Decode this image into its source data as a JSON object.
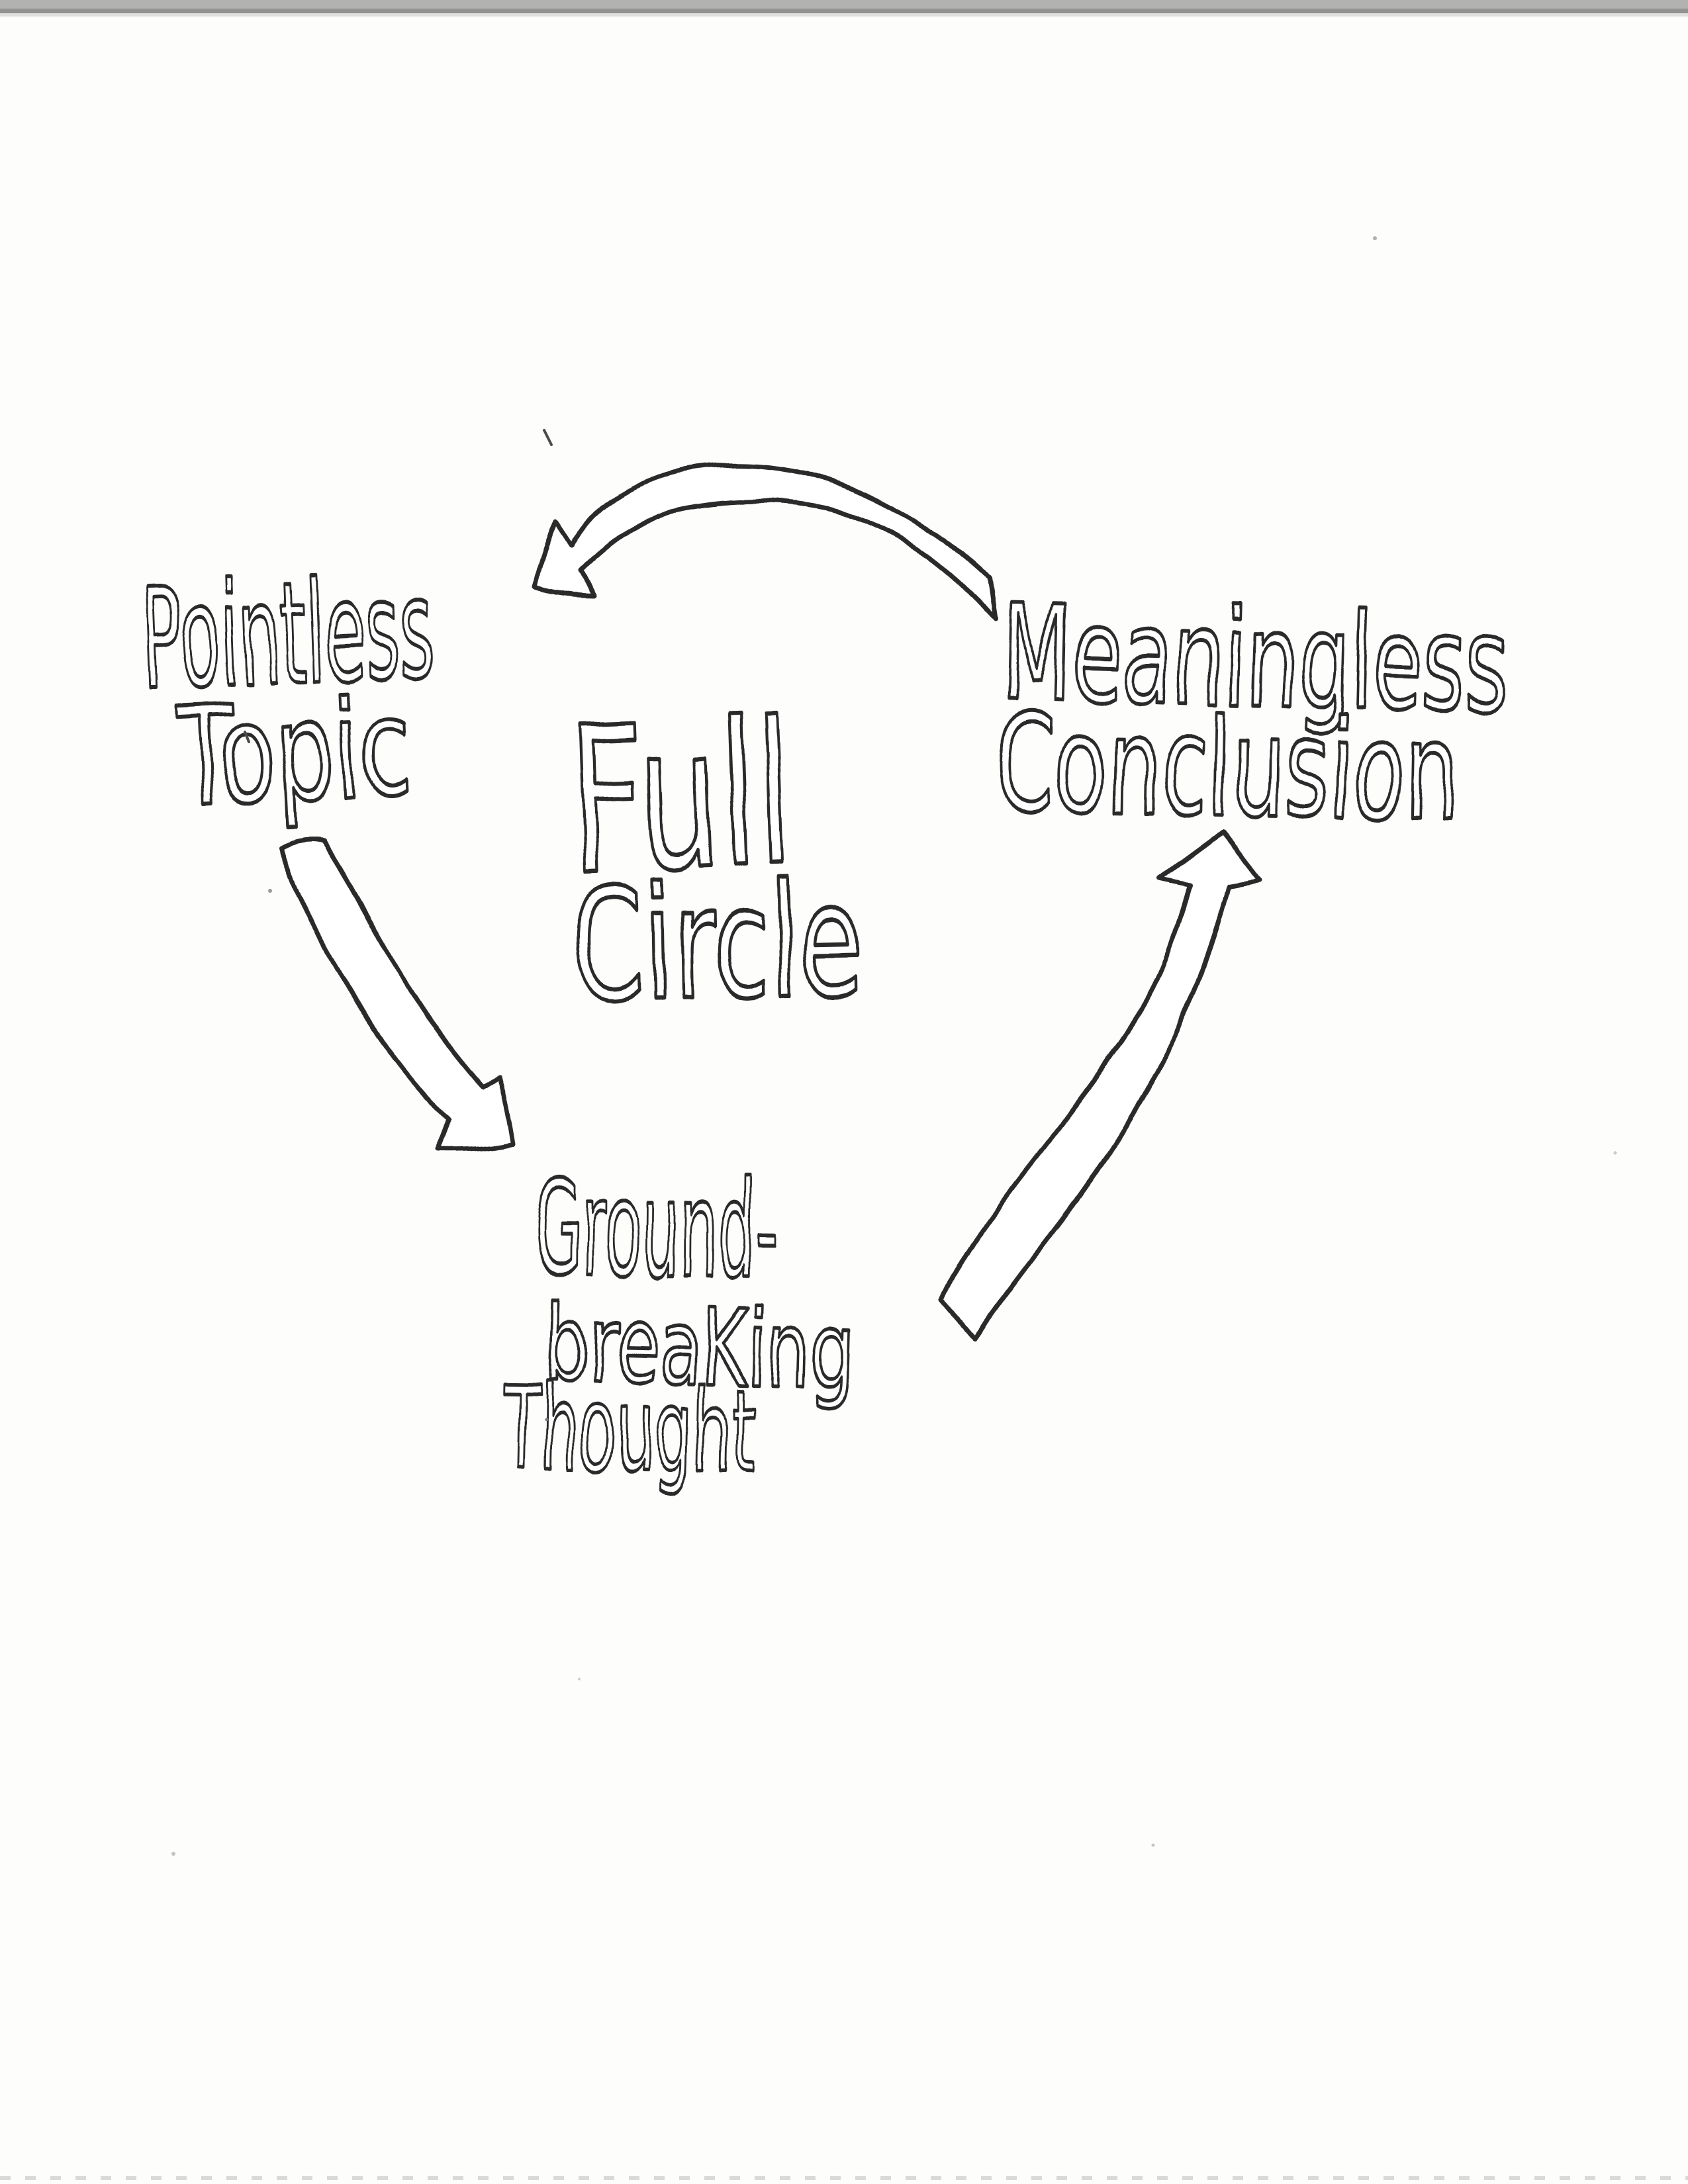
{
  "page": {
    "type": "scanned hand-drawn cycle diagram on white paper",
    "colors": {
      "paper": "#fdfdfc",
      "ink": "#2a2a2a",
      "edge": "#b2b2b0",
      "edge-line": "#868684",
      "edge-light": "#d8d8d6",
      "dust": "#bdbdbb"
    }
  },
  "diagram": {
    "title": {
      "line1": "Full",
      "line2": "Circle"
    },
    "nodes": [
      {
        "id": "pointless-topic",
        "line1": "Pointless",
        "line2": "Topic"
      },
      {
        "id": "meaningless-conclusion",
        "line1": "Meaningless",
        "line2": "Conclusion"
      },
      {
        "id": "groundbreaking-thought",
        "line1": "Ground-",
        "line2": "breaKing",
        "line3": "Thought"
      }
    ],
    "edges": [
      {
        "id": "conclusion-to-topic",
        "from": "meaningless-conclusion",
        "to": "pointless-topic",
        "shape": "curved-band-arrow",
        "arrowhead": "points-down-left"
      },
      {
        "id": "topic-to-thought",
        "from": "pointless-topic",
        "to": "groundbreaking-thought",
        "shape": "curved-band-arrow",
        "arrowhead": "points-down-right"
      },
      {
        "id": "thought-to-conclusion",
        "from": "groundbreaking-thought",
        "to": "meaningless-conclusion",
        "shape": "curved-band-arrow",
        "arrowhead": "points-up"
      }
    ]
  }
}
